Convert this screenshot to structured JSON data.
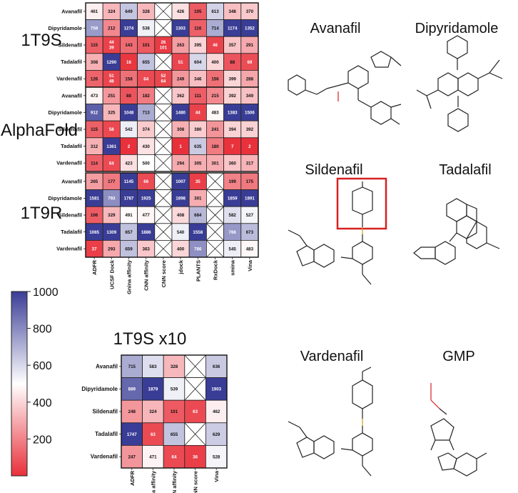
{
  "chart_data": [
    {
      "type": "heatmap",
      "title": "1T9S",
      "rows": [
        "Avanafil",
        "Dipyridamole",
        "Sildenafil",
        "Tadalafil",
        "Vardenafil"
      ],
      "columns": [
        "ADFR",
        "UCSF Dock",
        "Gnina affinity",
        "CNN affinity",
        "CNN score",
        "jdock",
        "PLANTS",
        "RxDock",
        "smina",
        "Vina"
      ],
      "values": [
        [
          "461",
          "324",
          "649",
          "328",
          "X",
          "426",
          "105",
          "613",
          "348",
          "370"
        ],
        [
          "759",
          "212",
          "1274",
          "538",
          "X",
          "1303",
          "116",
          "714",
          "1174",
          "1352"
        ],
        [
          "115",
          "44\n39",
          "143",
          "101",
          "26\n101",
          "263",
          "395",
          "46",
          "357",
          "291"
        ],
        [
          "308",
          "1290",
          "16",
          "655",
          "X",
          "51",
          "604",
          "400",
          "88",
          "69"
        ],
        [
          "126",
          "51\n48",
          "158",
          "64",
          "52\n64",
          "249",
          "346",
          "156",
          "399",
          "288"
        ]
      ]
    },
    {
      "type": "heatmap",
      "title": "AlphaFold",
      "rows": [
        "Avanafil",
        "Dipyridamole",
        "Sildenafil",
        "Tadalafil",
        "Vardenafil"
      ],
      "columns": [
        "ADFR",
        "UCSF Dock",
        "Gnina affinity",
        "CNN affinity",
        "CNN score",
        "jdock",
        "PLANTS",
        "RxDock",
        "smina",
        "Vina"
      ],
      "values": [
        [
          "473",
          "251",
          "88",
          "182",
          "X",
          "362",
          "111",
          "215",
          "392",
          "349"
        ],
        [
          "912",
          "325",
          "1048",
          "713",
          "X",
          "1480",
          "44",
          "483",
          "1383",
          "1506"
        ],
        [
          "115",
          "58",
          "542",
          "374",
          "X",
          "308",
          "380",
          "241",
          "394",
          "392"
        ],
        [
          "312",
          "1361",
          "2",
          "430",
          "X",
          "1",
          "635",
          "180",
          "7",
          "2"
        ],
        [
          "114",
          "64",
          "423",
          "500",
          "X",
          "294",
          "305",
          "301",
          "360",
          "317"
        ]
      ]
    },
    {
      "type": "heatmap",
      "title": "1T9R",
      "rows": [
        "Avanafil",
        "Dipyridamole",
        "Sildenafil",
        "Tadalafil",
        "Vardenafil"
      ],
      "columns": [
        "ADFR",
        "UCSF Dock",
        "Gnina affinity",
        "CNN affinity",
        "CNN score",
        "jdock",
        "PLANTS",
        "RxDock",
        "smina",
        "Vina"
      ],
      "values": [
        [
          "265",
          "177",
          "1145",
          "66",
          "X",
          "1007",
          "35",
          "X",
          "199",
          "175"
        ],
        [
          "1581",
          "793",
          "1787",
          "1925",
          "X",
          "1898",
          "301",
          "X",
          "1859",
          "1891"
        ],
        [
          "106",
          "329",
          "491",
          "477",
          "X",
          "408",
          "684",
          "X",
          "582",
          "527"
        ],
        [
          "1065",
          "1309",
          "657",
          "1886",
          "X",
          "540",
          "1558",
          "X",
          "766",
          "673"
        ],
        [
          "37",
          "293",
          "659",
          "363",
          "X",
          "400",
          "786",
          "X",
          "545",
          "483"
        ]
      ]
    },
    {
      "type": "heatmap",
      "title": "1T9S x10",
      "rows": [
        "Avanafil",
        "Dipyridamole",
        "Sildenafil",
        "Tadalafil",
        "Vardenafil"
      ],
      "columns": [
        "ADFR",
        "Gnina affinity",
        "CNN affinity",
        "CNN score",
        "Vina"
      ],
      "values": [
        [
          "715",
          "583",
          "328",
          "X",
          "636"
        ],
        [
          "889",
          "1879",
          "539",
          "X",
          "1903"
        ],
        [
          "248",
          "324",
          "101",
          "63",
          "462"
        ],
        [
          "1747",
          "63",
          "655",
          "X",
          "629"
        ],
        [
          "247",
          "471",
          "64",
          "36",
          "528"
        ]
      ]
    }
  ],
  "colorbar": {
    "ticks": [
      "1000",
      "800",
      "600",
      "400",
      "200"
    ],
    "min": 0,
    "max": 1000,
    "low_color": "#e8303a",
    "mid_color": "#ffffff",
    "high_color": "#3a3d96"
  },
  "structures": [
    {
      "name": "Avanafil"
    },
    {
      "name": "Dipyridamole"
    },
    {
      "name": "Sildenafil"
    },
    {
      "name": "Tadalafil"
    },
    {
      "name": "Vardenafil"
    },
    {
      "name": "GMP"
    }
  ]
}
